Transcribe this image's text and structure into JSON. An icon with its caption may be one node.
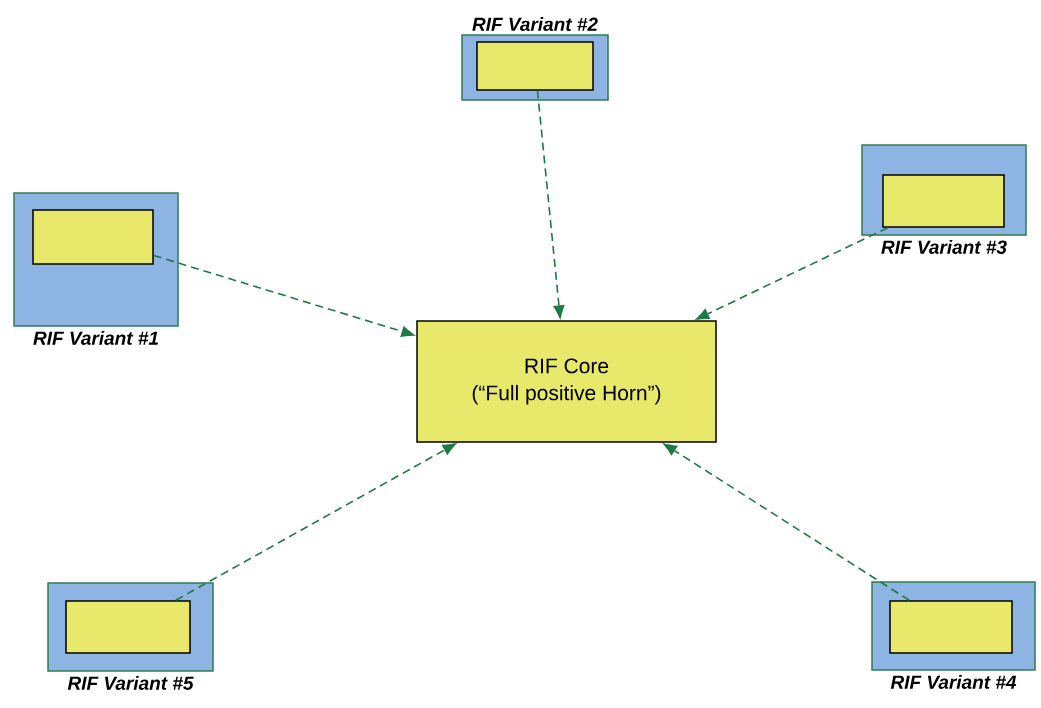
{
  "diagram": {
    "nodes": [
      {
        "text": [
          "RIF Variant #2"
        ]
      },
      {
        "text": [],
        "shape": "box",
        "in": 0
      },
      {
        "text": [
          "RIF Variant #3"
        ]
      },
      {
        "text": [],
        "shape": "box",
        "in": 2
      },
      {
        "text": [
          "RIF Variant #1"
        ]
      },
      {
        "text": [],
        "shape": "box",
        "in": 4
      },
      {
        "text": [
          "RIF Core",
          "(“Full positive Horn”)"
        ]
      },
      {
        "text": [
          "RIF Variant #5"
        ]
      },
      {
        "text": [],
        "shape": "box",
        "in": 7
      },
      {
        "text": [
          "RIF Variant #4"
        ]
      },
      {
        "text": [],
        "shape": "box",
        "in": 9
      }
    ],
    "edges": [
      {
        "from": 1,
        "to": 6,
        "arrow": "to",
        "style": "dashed"
      },
      {
        "from": 3,
        "to": 6,
        "arrow": "to",
        "style": "dashed"
      },
      {
        "from": 5,
        "to": 6,
        "arrow": "to",
        "style": "dashed"
      },
      {
        "from": 8,
        "to": 6,
        "arrow": "to",
        "style": "dashed"
      },
      {
        "from": 10,
        "to": 6,
        "arrow": "to",
        "style": "dashed"
      }
    ]
  }
}
